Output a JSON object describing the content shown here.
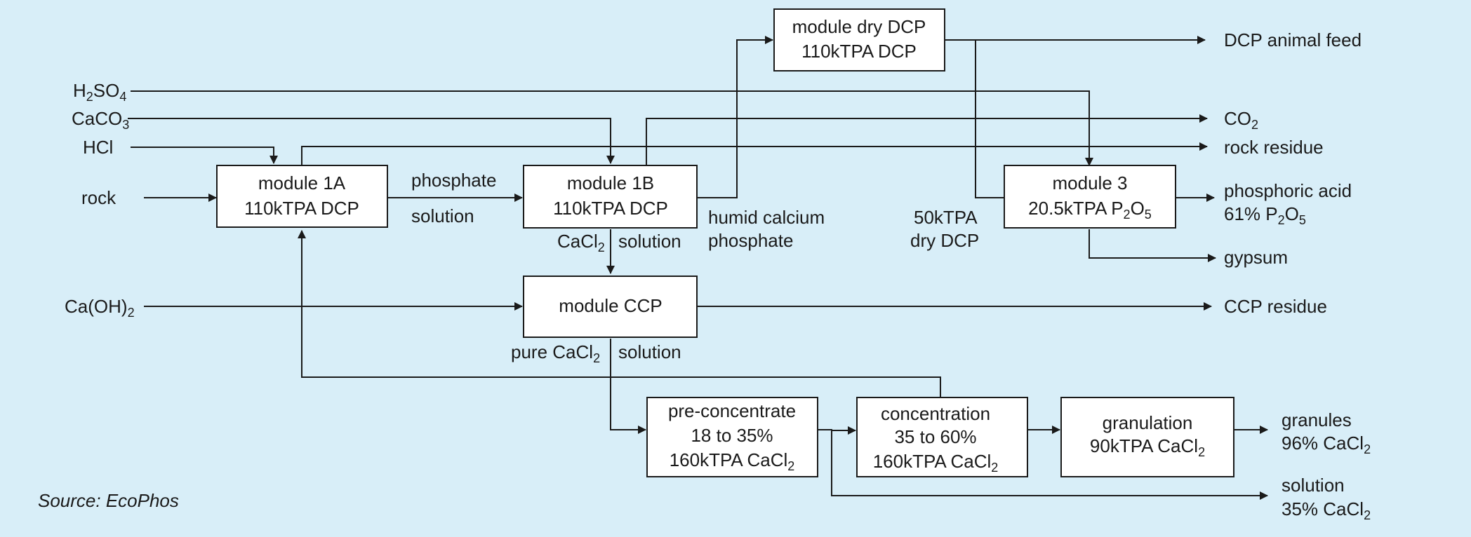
{
  "source": "Source: EcoPhos",
  "inputs": {
    "h2so4": {
      "main": "H",
      "sub1": "2",
      "mid": "SO",
      "sub2": "4"
    },
    "caco3": {
      "main": "CaCO",
      "sub": "3"
    },
    "hcl": "HCl",
    "rock": "rock",
    "caoh2": {
      "main": "Ca(OH)",
      "sub": "2"
    }
  },
  "modules": {
    "m1a": {
      "line1": "module 1A",
      "line2": "110kTPA DCP"
    },
    "m1b": {
      "line1": "module 1B",
      "line2": "110kTPA DCP"
    },
    "mdry": {
      "line1": "module dry DCP",
      "line2": "110kTPA DCP"
    },
    "m3": {
      "line1": "module 3",
      "line2_main": "20.5kTPA P",
      "line2_sub1": "2",
      "line2_mid": "O",
      "line2_sub2": "5"
    },
    "mccp": {
      "line1": "module CCP"
    },
    "preconc": {
      "line1": "pre-concentrate",
      "line2": "18 to 35%",
      "line3_main": "160kTPA CaCl",
      "line3_sub": "2"
    },
    "conc": {
      "line1": "concentration",
      "line2": "35 to 60%",
      "line3_main": "160kTPA CaCl",
      "line3_sub": "2"
    },
    "gran": {
      "line1": "granulation",
      "line2_main": "90kTPA CaCl",
      "line2_sub": "2"
    }
  },
  "flows": {
    "phosphate": "phosphate",
    "solution": "solution",
    "cacl2_main": "CaCl",
    "cacl2_sub": "2",
    "cacl2_solution": "solution",
    "humid1": "humid calcium",
    "humid2": "phosphate",
    "dry1": "50kTPA",
    "dry2": "dry DCP",
    "pure_main": "pure CaCl",
    "pure_sub": "2",
    "pure_solution": "solution"
  },
  "outputs": {
    "dcp_feed": "DCP animal feed",
    "co2": {
      "main": "CO",
      "sub": "2"
    },
    "rock_residue": "rock residue",
    "phos_acid1": "phosphoric acid",
    "phos_acid2": {
      "main": "61% P",
      "sub1": "2",
      "mid": "O",
      "sub2": "5"
    },
    "gypsum": "gypsum",
    "ccp_residue": "CCP residue",
    "granules1": "granules",
    "granules2": {
      "main": "96% CaCl",
      "sub": "2"
    },
    "solution1": "solution",
    "solution2": {
      "main": "35% CaCl",
      "sub": "2"
    }
  }
}
